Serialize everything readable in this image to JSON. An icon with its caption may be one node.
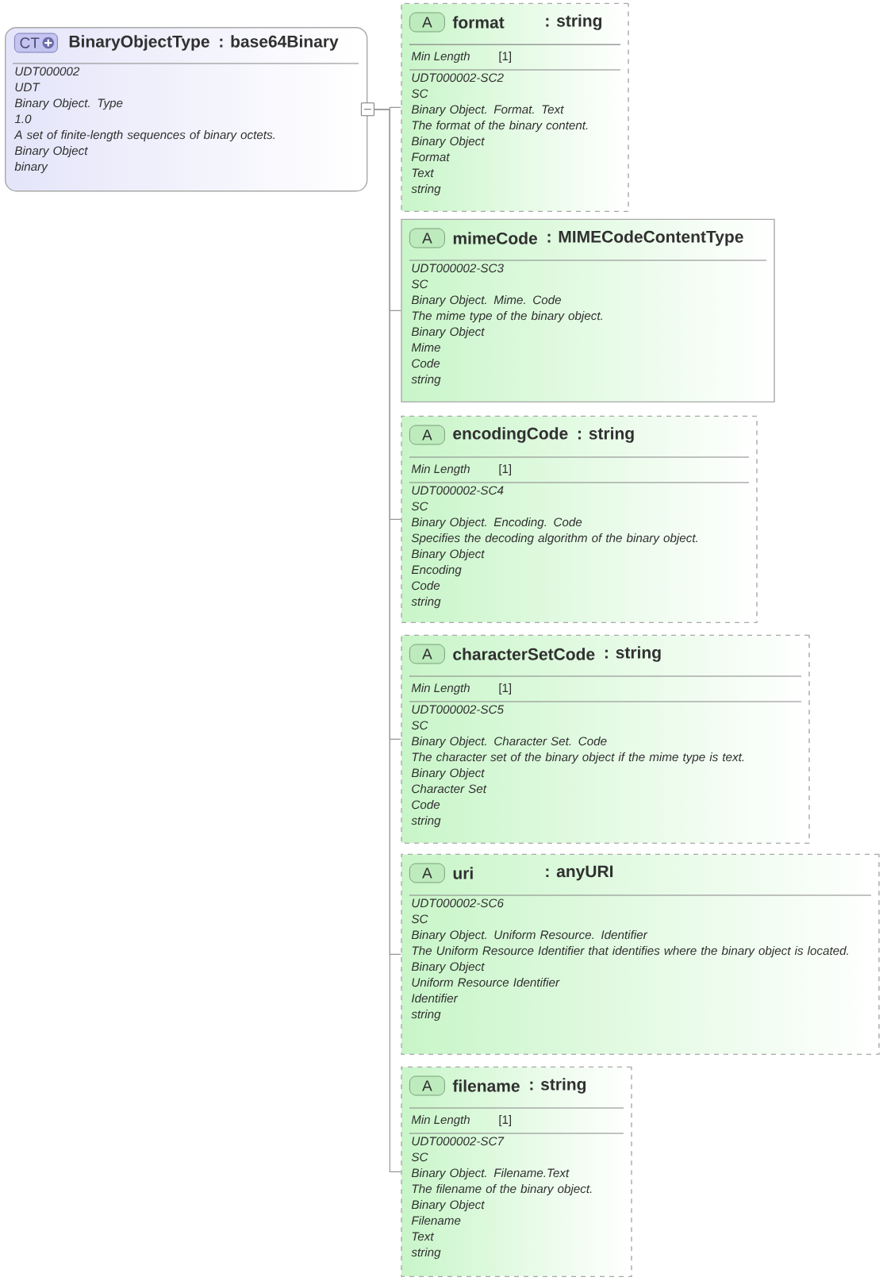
{
  "diagram": {
    "nodes": [
      {
        "text": [
          "CT",
          "BinaryObjectType",
          ": base64Binary",
          "UDT000002",
          "UDT",
          "Binary Object. Type",
          "1.0",
          "A set of finite-length sequences of binary octets.",
          "Binary Object",
          "binary"
        ]
      },
      {
        "text": [
          "A",
          "format",
          ": string",
          "Min Length",
          "[1]",
          "UDT000002-SC2",
          "SC",
          "Binary Object. Format. Text",
          "The format of the binary content.",
          "Binary Object",
          "Format",
          "Text",
          "string"
        ]
      },
      {
        "text": [
          "A",
          "mimeCode",
          ": MIMECodeContentType",
          "UDT000002-SC3",
          "SC",
          "Binary Object. Mime. Code",
          "The mime type of the binary object.",
          "Binary Object",
          "Mime",
          "Code",
          "string"
        ]
      },
      {
        "text": [
          "A",
          "encodingCode",
          ": string",
          "Min Length",
          "[1]",
          "UDT000002-SC4",
          "SC",
          "Binary Object. Encoding. Code",
          "Specifies the decoding algorithm of the binary object.",
          "Binary Object",
          "Encoding",
          "Code",
          "string"
        ]
      },
      {
        "text": [
          "A",
          "characterSetCode",
          ": string",
          "Min Length",
          "[1]",
          "UDT000002-SC5",
          "SC",
          "Binary Object. Character Set. Code",
          "The character set of the binary object if the mime type is text.",
          "Binary Object",
          "Character Set",
          "Code",
          "string"
        ]
      },
      {
        "text": [
          "A",
          "uri",
          ": anyURI",
          "UDT000002-SC6",
          "SC",
          "Binary Object. Uniform Resource. Identifier",
          "The Uniform Resource Identifier that identifies where the binary object is located.",
          "Binary Object",
          "Uniform Resource Identifier",
          "Identifier",
          "string"
        ]
      },
      {
        "text": [
          "A",
          "filename",
          ": string",
          "Min Length",
          "[1]",
          "UDT000002-SC7",
          "SC",
          "Binary Object. Filename.Text",
          "The filename of the binary object.",
          "Binary Object",
          "Filename",
          "Text",
          "string"
        ]
      }
    ],
    "edges": [
      {
        "from": 0,
        "to": 1,
        "arrow": "none"
      },
      {
        "from": 0,
        "to": 2,
        "arrow": "none"
      },
      {
        "from": 0,
        "to": 3,
        "arrow": "none"
      },
      {
        "from": 0,
        "to": 4,
        "arrow": "none"
      },
      {
        "from": 0,
        "to": 5,
        "arrow": "none"
      },
      {
        "from": 0,
        "to": 6,
        "arrow": "none"
      }
    ]
  }
}
